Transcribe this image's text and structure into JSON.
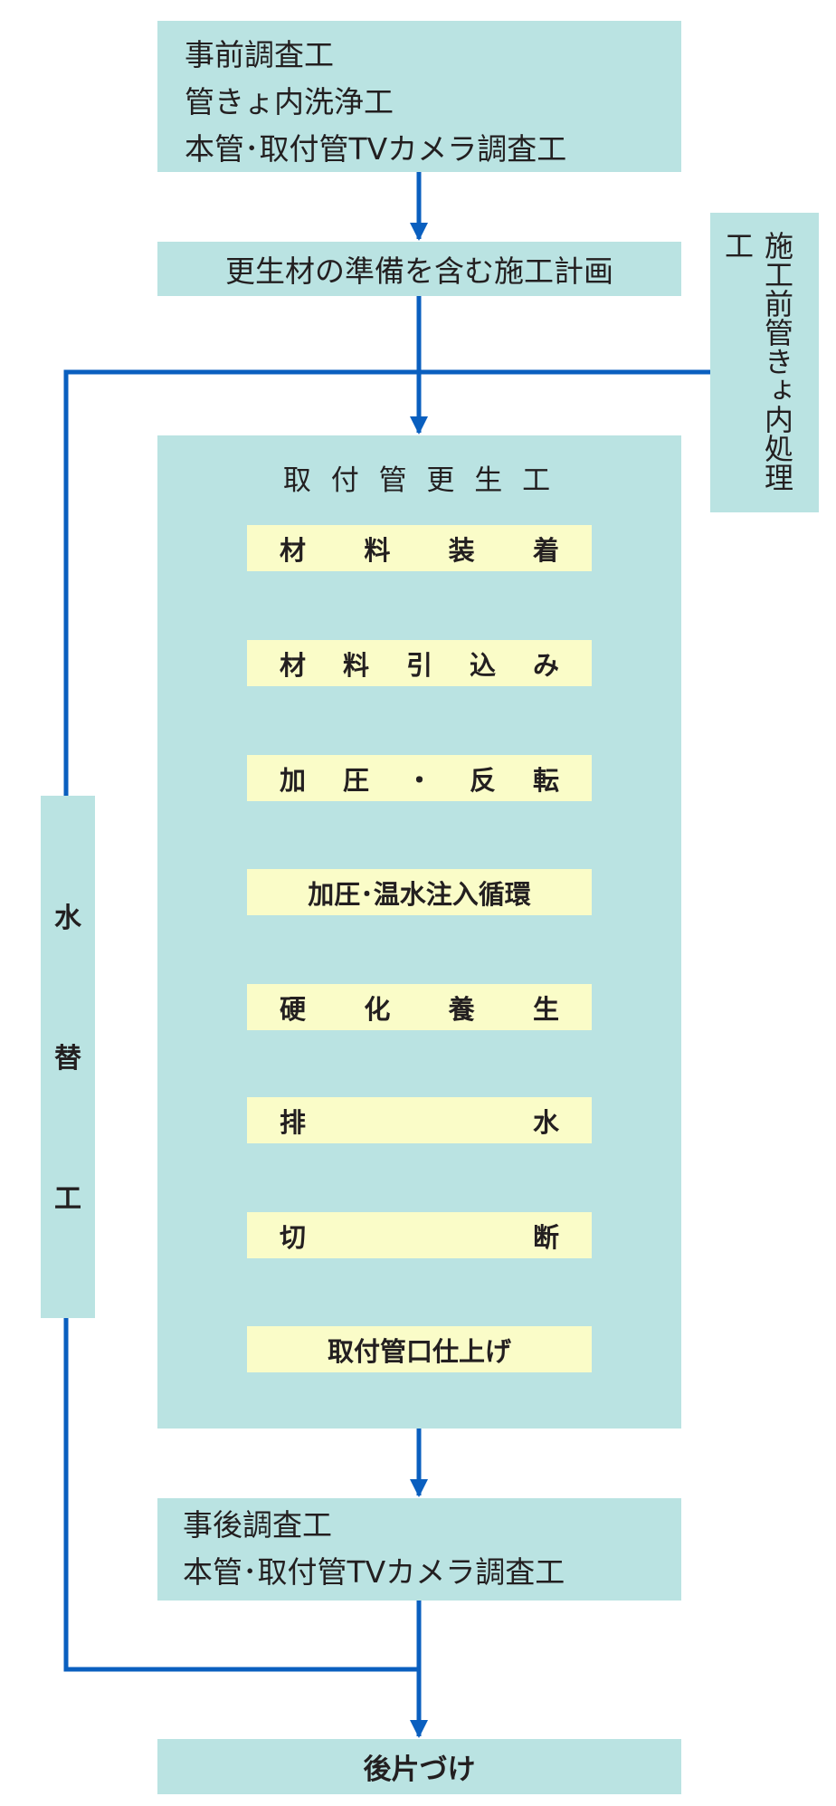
{
  "pre_survey": {
    "lines": [
      "事前調査工",
      "管きょ内洗浄工",
      "本管･取付管TVカメラ調査工"
    ]
  },
  "plan": {
    "label": "更生材の準備を含む施工計画"
  },
  "pre_treatment": {
    "label": "施工前管きょ内処理工"
  },
  "water_diversion": {
    "chars": [
      "水",
      "替",
      "工"
    ]
  },
  "rehab": {
    "title": "取 付 管 更 生 工",
    "steps": [
      "材料装着",
      "材料引込み",
      "加圧・反転",
      "加圧･温水注入循環",
      "硬化養生",
      "排水",
      "切断",
      "取付管口仕上げ"
    ]
  },
  "post_survey": {
    "lines": [
      "事後調査工",
      "本管･取付管TVカメラ調査工"
    ]
  },
  "cleanup": {
    "label": "後片づけ"
  },
  "colors": {
    "box": "#bae3e2",
    "step": "#fafcc8",
    "line": "#0a5fbf",
    "text": "#231f20"
  }
}
